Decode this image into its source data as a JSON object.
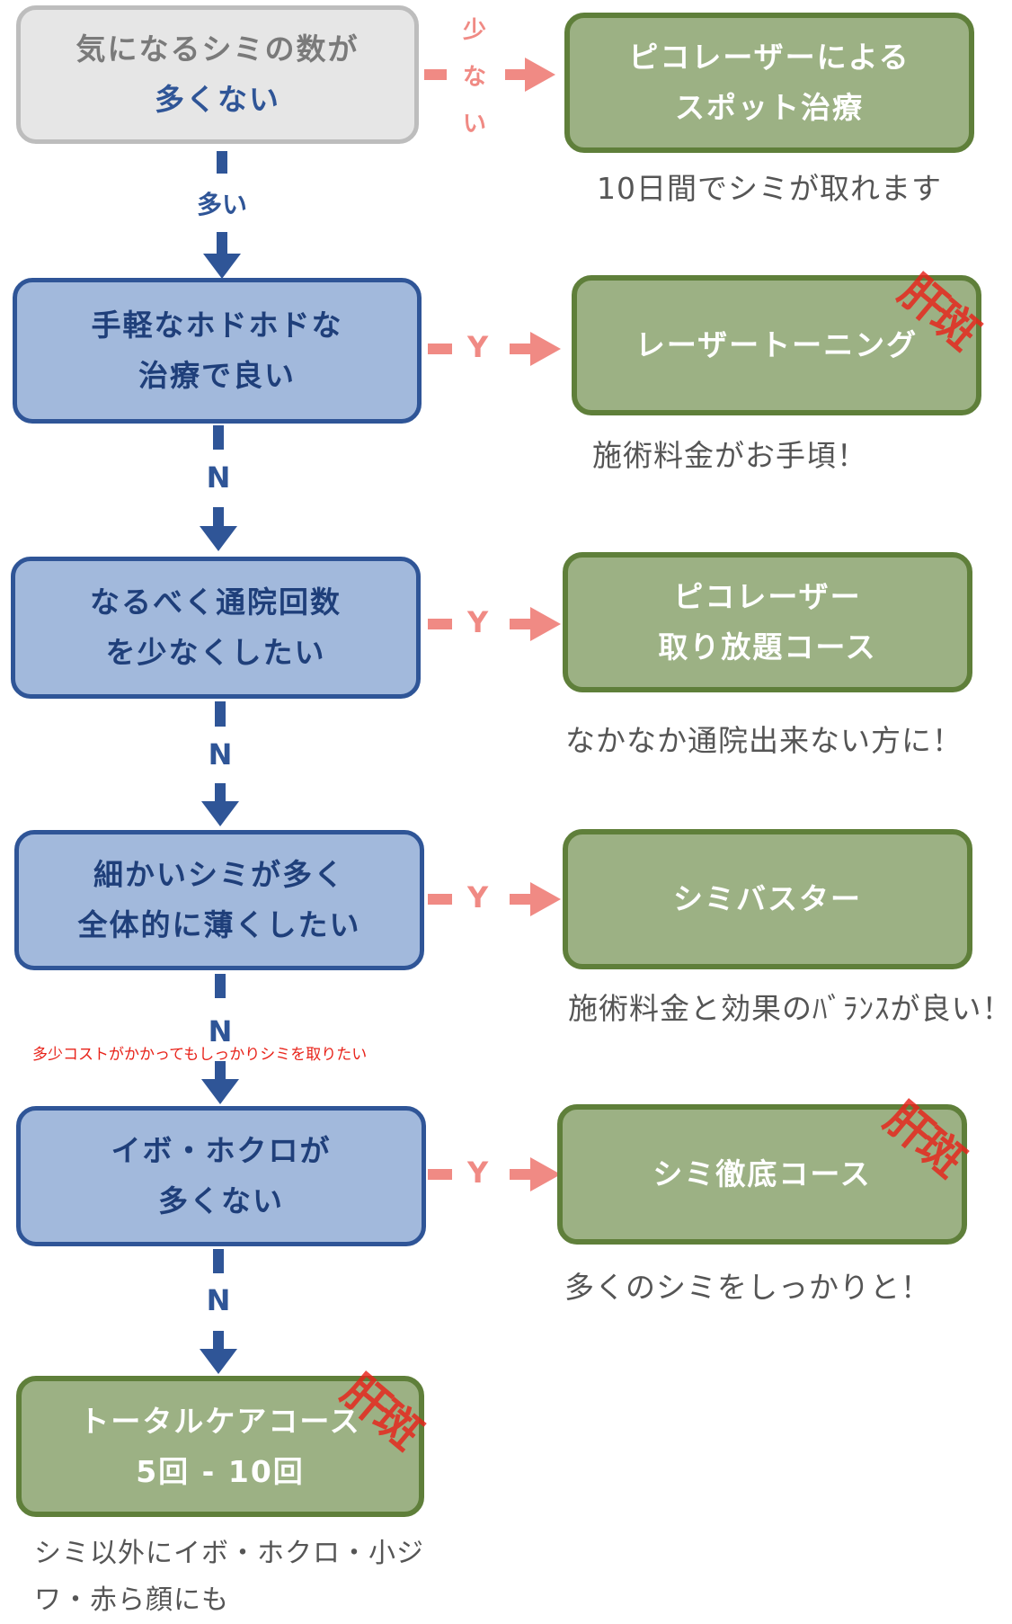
{
  "colors": {
    "blue_border": "#2f5597",
    "blue_fill": "#a2b9dc",
    "green_border": "#5f7f3a",
    "green_fill": "#9cb184",
    "grey_fill": "#e6e6e6",
    "arrow_pink": "#f08a84",
    "stamp_red": "#e8231a"
  },
  "steps": [
    {
      "line1": "気になるシミの数が",
      "line2": "多くない"
    },
    {
      "line1": "手軽なホドホドな",
      "line2": "治療で良い"
    },
    {
      "line1": "なるべく通院回数",
      "line2": "を少なくしたい"
    },
    {
      "line1": "細かいシミが多く",
      "line2": "全体的に薄くしたい"
    },
    {
      "line1": "イボ・ホクロが",
      "line2": "多くない"
    }
  ],
  "results": [
    {
      "line1": "ピコレーザーによる",
      "line2": "スポット治療",
      "note": "10日間でシミが取れます"
    },
    {
      "line1": "レーザートーニング",
      "line2": "",
      "note": "施術料金がお手頃！",
      "stamp": "肝斑"
    },
    {
      "line1": "ピコレーザー",
      "line2": "取り放題コース",
      "note": "なかなか通院出来ない方に！"
    },
    {
      "line1": "シミバスター",
      "line2": "",
      "note": "施術料金と効果のﾊﾞﾗﾝｽが良い！"
    },
    {
      "line1": "シミ徹底コース",
      "line2": "",
      "note": "多くのシミをしっかりと！",
      "stamp": "肝斑"
    }
  ],
  "final": {
    "line1": "トータルケアコース",
    "line2": "5回 - 10回",
    "note": "シミ以外にイボ・ホクロ・小ジワ・赤ら顔にも",
    "stamp": "肝斑"
  },
  "labels": {
    "first_branch_chars": [
      "少",
      "な",
      "い"
    ],
    "first_down": "多い",
    "yes": "Y",
    "no": "N",
    "red_annotation": "多少コストがかかってもしっかりシミを取りたい"
  }
}
